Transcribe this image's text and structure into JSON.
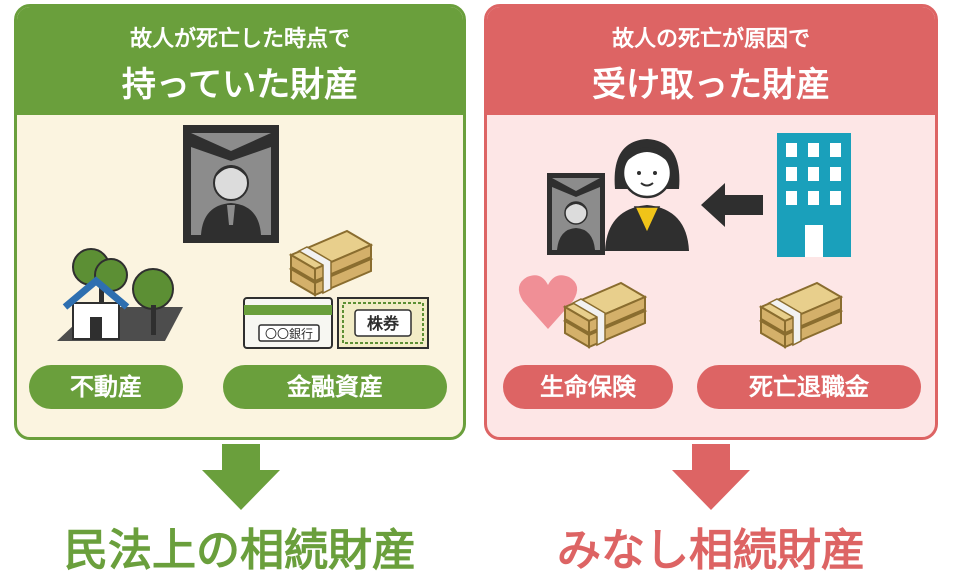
{
  "left_panel": {
    "header_line1": "故人が死亡した時点で",
    "header_line2": "持っていた財産",
    "pills": [
      "不動産",
      "金融資産"
    ],
    "card_label": "〇〇銀行",
    "stock_label": "株券",
    "bottom_title": "民法上の相続財産"
  },
  "right_panel": {
    "header_line1": "故人の死亡が原因で",
    "header_line2": "受け取った財産",
    "pills": [
      "生命保険",
      "死亡退職金"
    ],
    "bottom_title": "みなし相続財産"
  },
  "colors": {
    "green": "#6a9f3c",
    "red": "#dd6464",
    "left_bg": "#fbf4e0",
    "right_bg": "#fde6e6"
  },
  "icons": [
    "memorial-portrait-icon",
    "house-with-trees-icon",
    "money-bundle-icon",
    "bank-card-icon",
    "stock-certificate-icon",
    "heart-icon",
    "person-icon",
    "office-building-icon",
    "left-arrow-icon",
    "down-arrow-icon"
  ]
}
